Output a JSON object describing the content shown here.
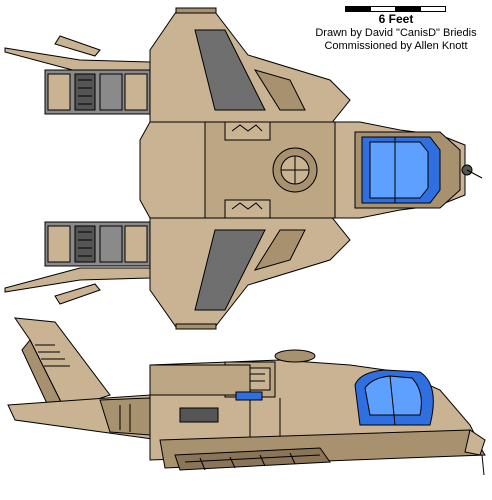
{
  "scale": {
    "label": "6 Feet"
  },
  "credits": {
    "drawn_by": "Drawn by David \"CanisD\" Briedis",
    "commissioned_by": "Commissioned by Allen Knott"
  },
  "colors": {
    "hull": "#c9b393",
    "hull_dark": "#a8916f",
    "hull_shadow": "#8a7558",
    "engine_dark": "#555555",
    "engine_mid": "#8a8a8a",
    "canopy": "#2f6fe0",
    "canopy_light": "#5ea0ff",
    "panel_grey": "#6f6f6f"
  }
}
